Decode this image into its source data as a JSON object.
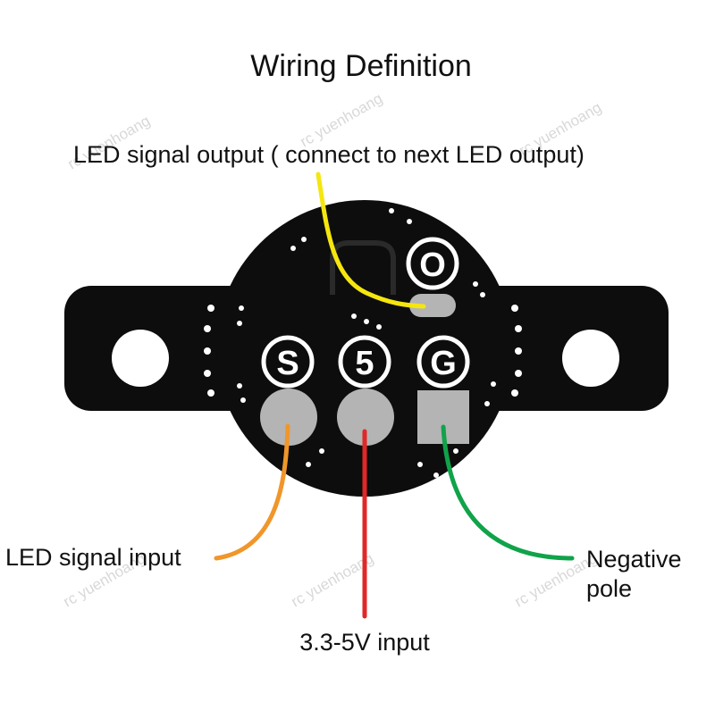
{
  "title": "Wiring Definition",
  "labels": {
    "led_out": "LED signal output ( connect to next LED output)",
    "led_in": "LED signal input",
    "vin": "3.3-5V input",
    "neg_line1": "Negative",
    "neg_line2": "pole"
  },
  "pins": {
    "out": "O",
    "signal": "S",
    "power": "5",
    "ground": "G"
  },
  "watermark": "rc yuenhoang",
  "colors": {
    "board": "#0d0d0d",
    "pad": "#b4b4b4",
    "wire_output": "#f5e60f",
    "wire_input": "#f0962a",
    "wire_power": "#e02828",
    "wire_ground": "#10a34a"
  }
}
